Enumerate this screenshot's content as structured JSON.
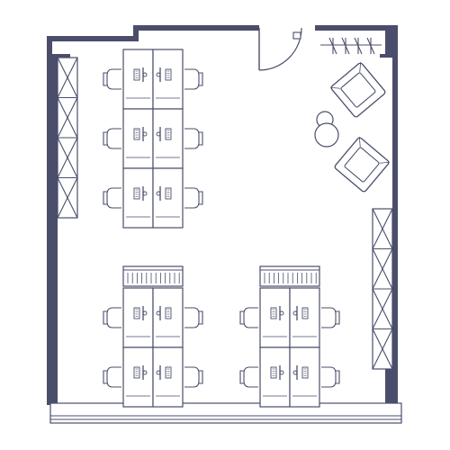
{
  "plan": {
    "wall_color": "#4a4e6b",
    "line_color": "#4a4e6b",
    "fill_color": "#ffffff",
    "desk_clusters": [
      {
        "id": "top-left",
        "rows": 3,
        "cols": 2,
        "side_chairs": true,
        "storage_unit": false
      },
      {
        "id": "bottom-left",
        "rows": 2,
        "cols": 2,
        "side_chairs": true,
        "storage_unit": true
      },
      {
        "id": "bottom-right",
        "rows": 2,
        "cols": 2,
        "side_chairs": true,
        "storage_unit": true
      }
    ],
    "lounge": {
      "armchairs": 2,
      "side_tables": 2
    },
    "shelving_units": 2,
    "doors": 1,
    "windows": 1
  }
}
